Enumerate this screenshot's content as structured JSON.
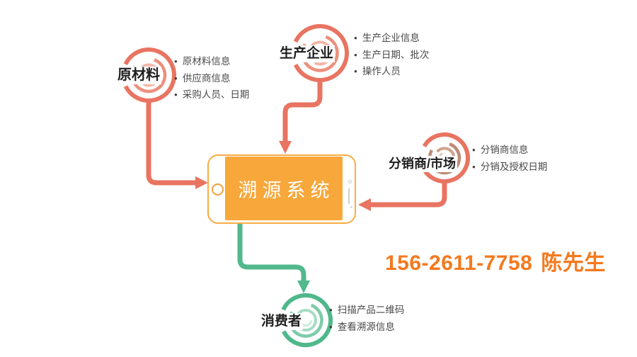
{
  "diagram": {
    "nodes": [
      {
        "id": "raw-materials",
        "label": "原材料",
        "bullets": [
          "原材料信息",
          "供应商信息",
          "采购人员、日期"
        ]
      },
      {
        "id": "producer",
        "label": "生产企业",
        "bullets": [
          "生产企业信息",
          "生产日期、批次",
          "操作人员"
        ]
      },
      {
        "id": "distributor",
        "label": "分销商/市场",
        "bullets": [
          "分销商信息",
          "分销及授权日期"
        ]
      },
      {
        "id": "consumer",
        "label": "消费者",
        "bullets": [
          "扫描产品二维码",
          "查看溯源信息"
        ]
      }
    ],
    "phone": {
      "screen_text": "溯源系统"
    },
    "contact": {
      "phone_number": "156-2611-7758",
      "name": "陈先生"
    },
    "colors": {
      "salmon_arrow": "#E87461",
      "green_arrow": "#52B98C",
      "phone_screen_orange": "#F8A73B",
      "phone_border_orange": "#F7AC44",
      "contact_text_orange": "#F5791E",
      "bullet_text_gray": "#4A4A4A",
      "label_black": "#1F1F1F"
    }
  }
}
